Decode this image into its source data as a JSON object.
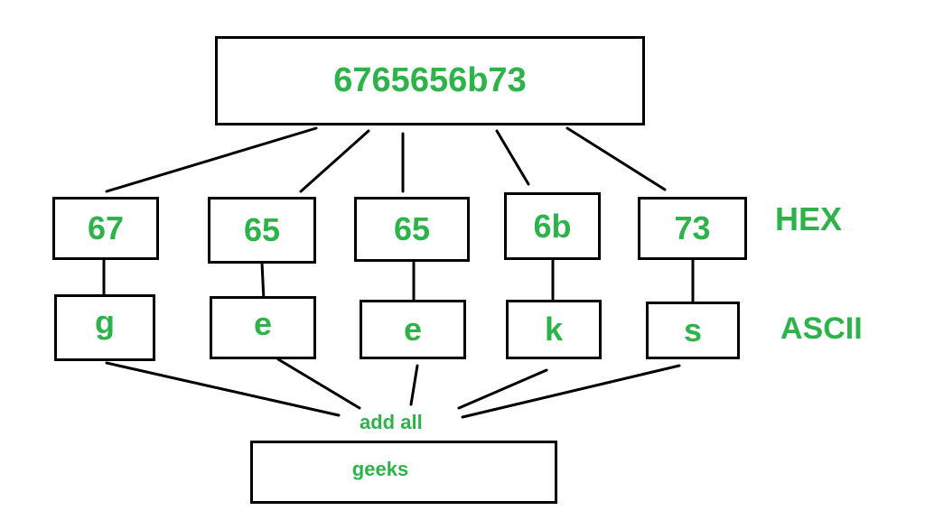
{
  "root_hex": "6765656b73",
  "hex_pairs": [
    "67",
    "65",
    "65",
    "6b",
    "73"
  ],
  "ascii_chars": [
    "g",
    "e",
    "e",
    "k",
    "s"
  ],
  "row_labels": {
    "hex": "HEX",
    "ascii": "ASCII"
  },
  "combine_label": "add all",
  "result": "geeks",
  "colors": {
    "text": "#2db34a",
    "stroke": "#000000"
  }
}
